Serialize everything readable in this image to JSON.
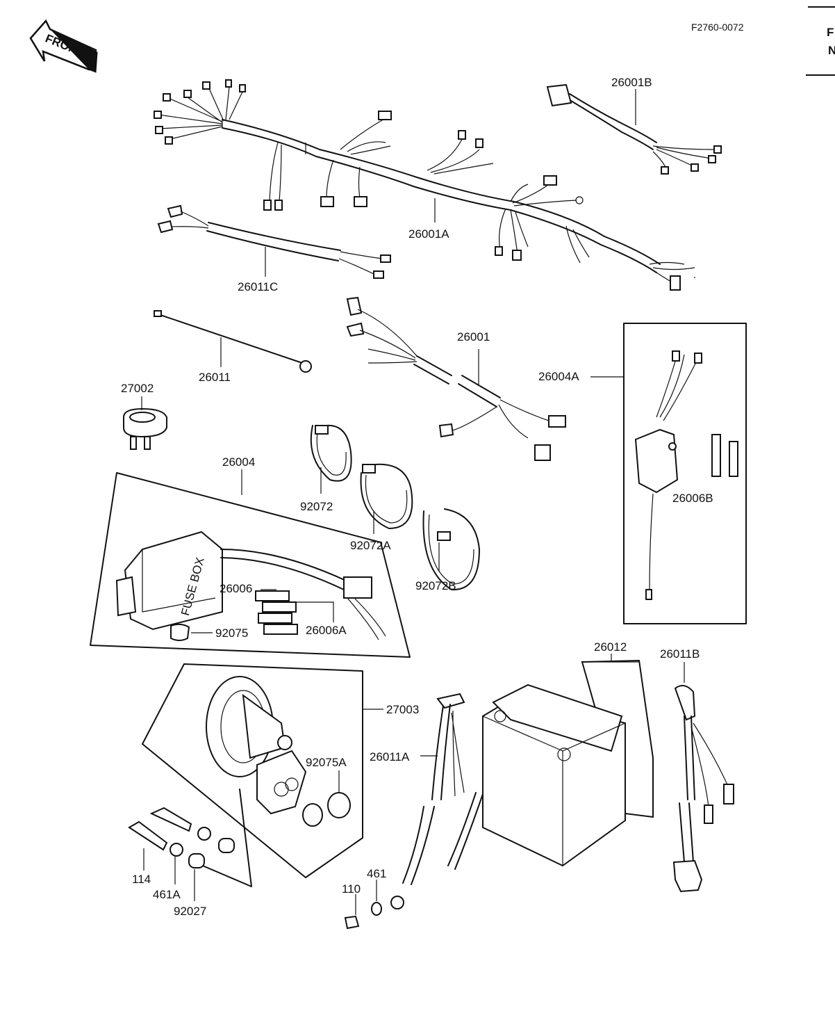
{
  "diagram_code": "F2760-0072",
  "front_label": "FRONT",
  "edge_text": "F\nN",
  "labels": [
    {
      "id": "lbl-26001B",
      "text": "26001B"
    },
    {
      "id": "lbl-26001A",
      "text": "26001A"
    },
    {
      "id": "lbl-26011C",
      "text": "26011C"
    },
    {
      "id": "lbl-26001",
      "text": "26001"
    },
    {
      "id": "lbl-26011",
      "text": "26011"
    },
    {
      "id": "lbl-26004A",
      "text": "26004A"
    },
    {
      "id": "lbl-27002",
      "text": "27002"
    },
    {
      "id": "lbl-26004",
      "text": "26004"
    },
    {
      "id": "lbl-92072",
      "text": "92072"
    },
    {
      "id": "lbl-92072A",
      "text": "92072A"
    },
    {
      "id": "lbl-92072B",
      "text": "92072B"
    },
    {
      "id": "lbl-26006B",
      "text": "26006B"
    },
    {
      "id": "lbl-26006",
      "text": "26006"
    },
    {
      "id": "lbl-26006A",
      "text": "26006A"
    },
    {
      "id": "lbl-92075",
      "text": "92075"
    },
    {
      "id": "lbl-26012",
      "text": "26012"
    },
    {
      "id": "lbl-26011B",
      "text": "26011B"
    },
    {
      "id": "lbl-27003",
      "text": "27003"
    },
    {
      "id": "lbl-92075A",
      "text": "92075A"
    },
    {
      "id": "lbl-26011A",
      "text": "26011A"
    },
    {
      "id": "lbl-114",
      "text": "114"
    },
    {
      "id": "lbl-461A",
      "text": "461A"
    },
    {
      "id": "lbl-92027",
      "text": "92027"
    },
    {
      "id": "lbl-461",
      "text": "461"
    },
    {
      "id": "lbl-110",
      "text": "110"
    }
  ],
  "fuse_box_text": "FUSE BOX"
}
